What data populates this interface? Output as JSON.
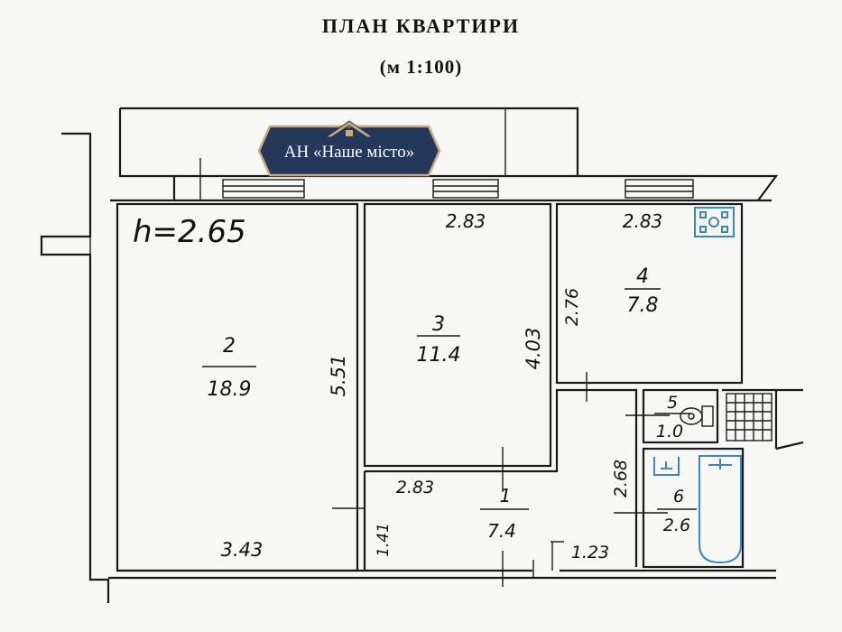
{
  "title": "ПЛАН КВАРТИРИ",
  "scale": "(м 1:100)",
  "logo": {
    "text": "АН «Наше місто»",
    "icon": "house-roof-icon",
    "bg_color": "#24385c",
    "border_color": "#c9a77a"
  },
  "ceiling_height": "h=2.65",
  "rooms": [
    {
      "num": "2",
      "area": "18.9"
    },
    {
      "num": "3",
      "area": "11.4"
    },
    {
      "num": "4",
      "area": "7.8"
    },
    {
      "num": "5",
      "area": "1.0"
    },
    {
      "num": "6",
      "area": "2.6"
    },
    {
      "num": "1",
      "area": "7.4"
    }
  ],
  "dims": {
    "r3_top": "2.83",
    "r4_top": "2.83",
    "r1_top": "2.83",
    "r2_side": "5.51",
    "r3_side": "4.03",
    "r4_side": "2.76",
    "r6_side": "2.68",
    "r2_bottom": "3.43",
    "r1_side": "1.41",
    "r1_bottom": "1.23"
  },
  "fixture_color": "#3d86c6"
}
